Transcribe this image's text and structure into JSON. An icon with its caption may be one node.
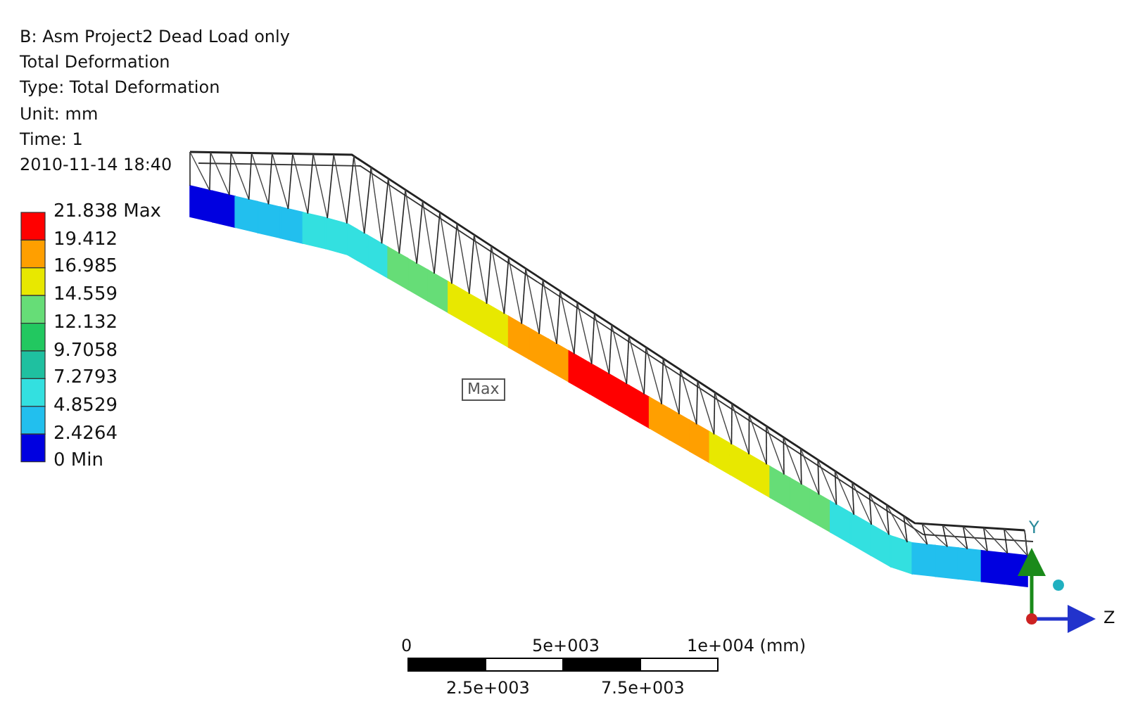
{
  "diagram": {
    "title": "B: Asm Project2 Dead Load only",
    "labels": [
      "Total Deformation",
      "Type: Total Deformation",
      "Unit: mm",
      "Time: 1",
      "2010-11-14 18:40",
      "21.838 Max",
      "19.412",
      "16.985",
      "14.559",
      "12.132",
      "9.7058",
      "7.2793",
      "4.8529",
      "2.4264",
      "0 Min",
      "Max",
      "0",
      "5e+003",
      "1e+004 (mm)",
      "2.5e+003",
      "7.5e+003",
      "Y",
      "Z"
    ]
  }
}
